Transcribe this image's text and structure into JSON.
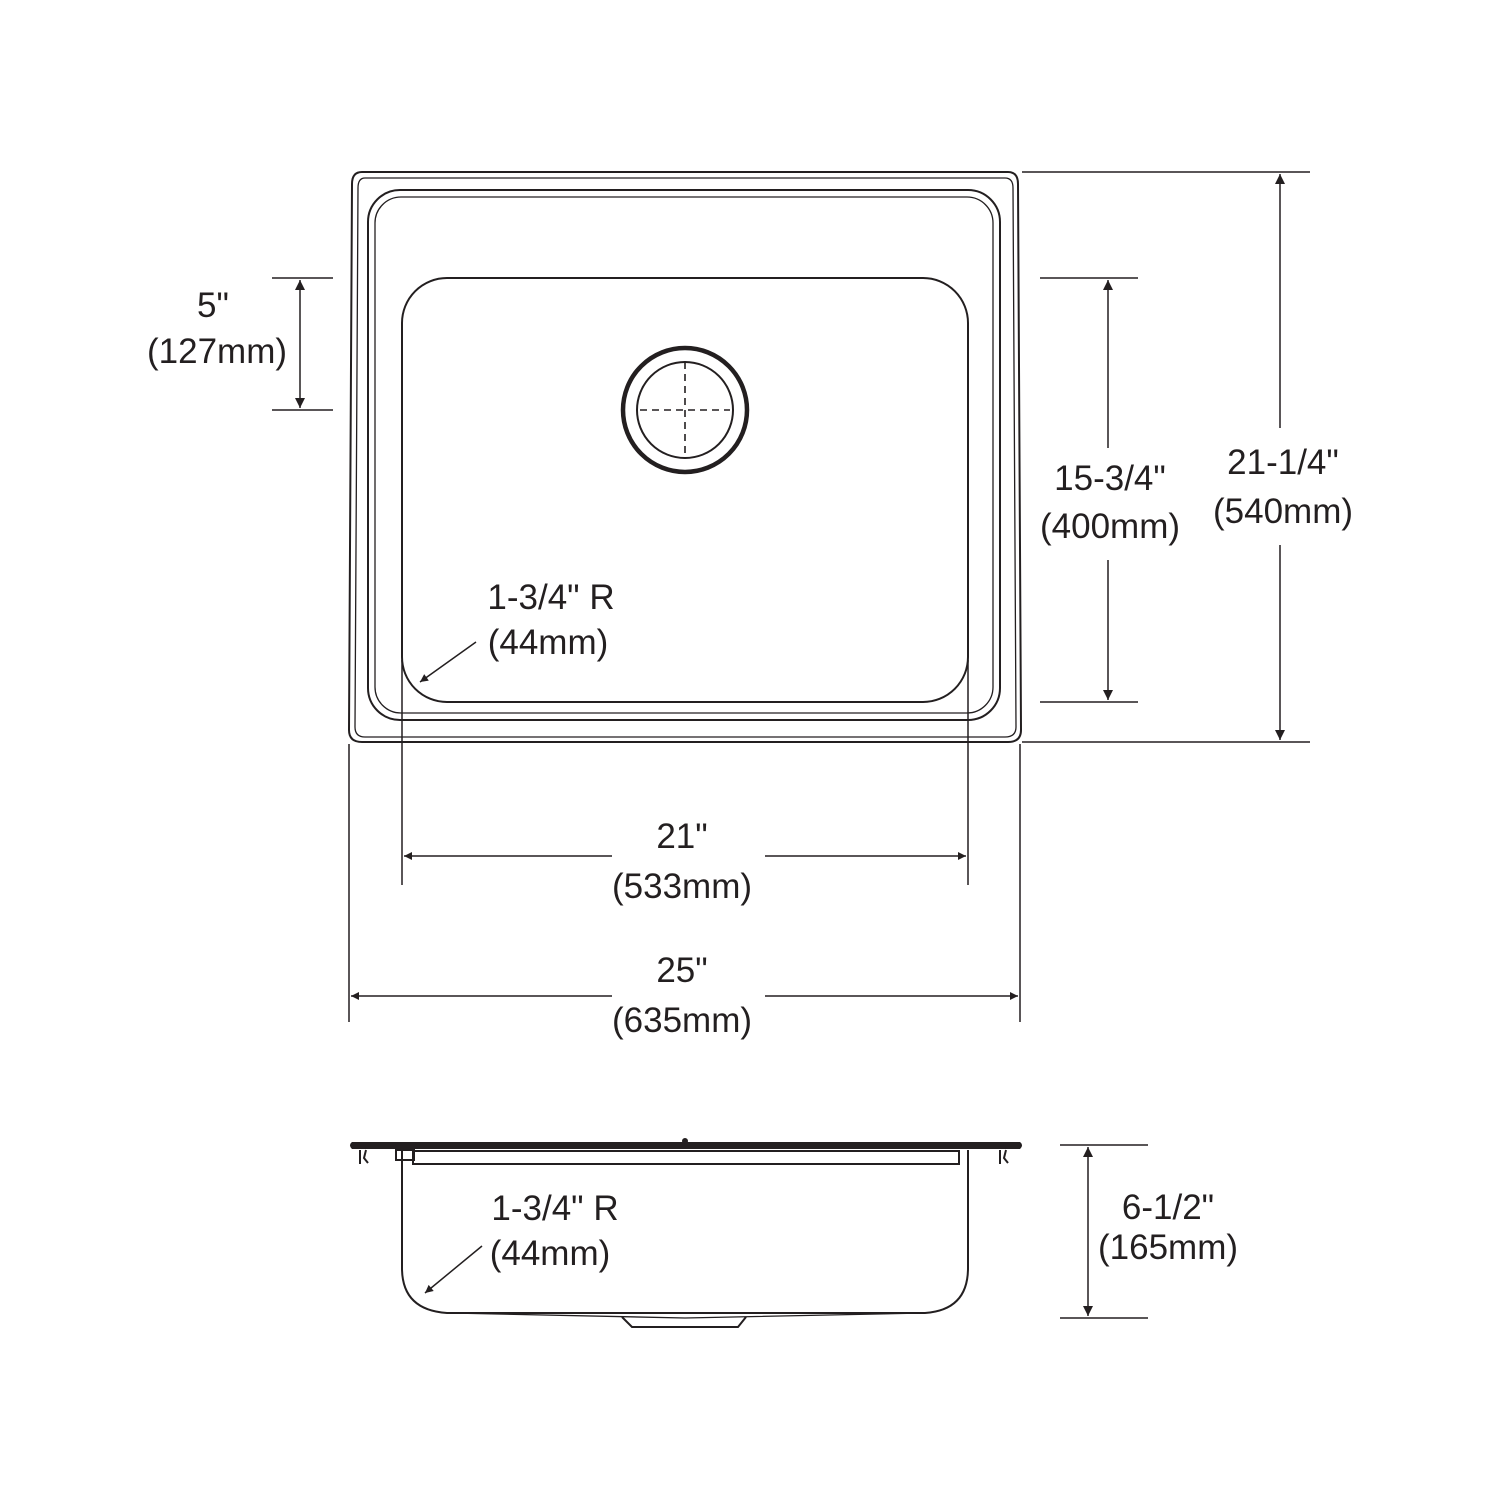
{
  "top_view": {
    "depth_5": {
      "in": "5\"",
      "mm": "(127mm)"
    },
    "bowl_length": {
      "in": "15-3/4\"",
      "mm": "(400mm)"
    },
    "overall_length": {
      "in": "21-1/4\"",
      "mm": "(540mm)"
    },
    "bowl_width": {
      "in": "21\"",
      "mm": "(533mm)"
    },
    "overall_width": {
      "in": "25\"",
      "mm": "(635mm)"
    },
    "corner_radius": {
      "in": "1-3/4\" R",
      "mm": "(44mm)"
    }
  },
  "side_view": {
    "depth": {
      "in": "6-1/2\"",
      "mm": "(165mm)"
    },
    "corner_radius": {
      "in": "1-3/4\" R",
      "mm": "(44mm)"
    }
  },
  "colors": {
    "line": "#231f20",
    "background": "#ffffff"
  }
}
